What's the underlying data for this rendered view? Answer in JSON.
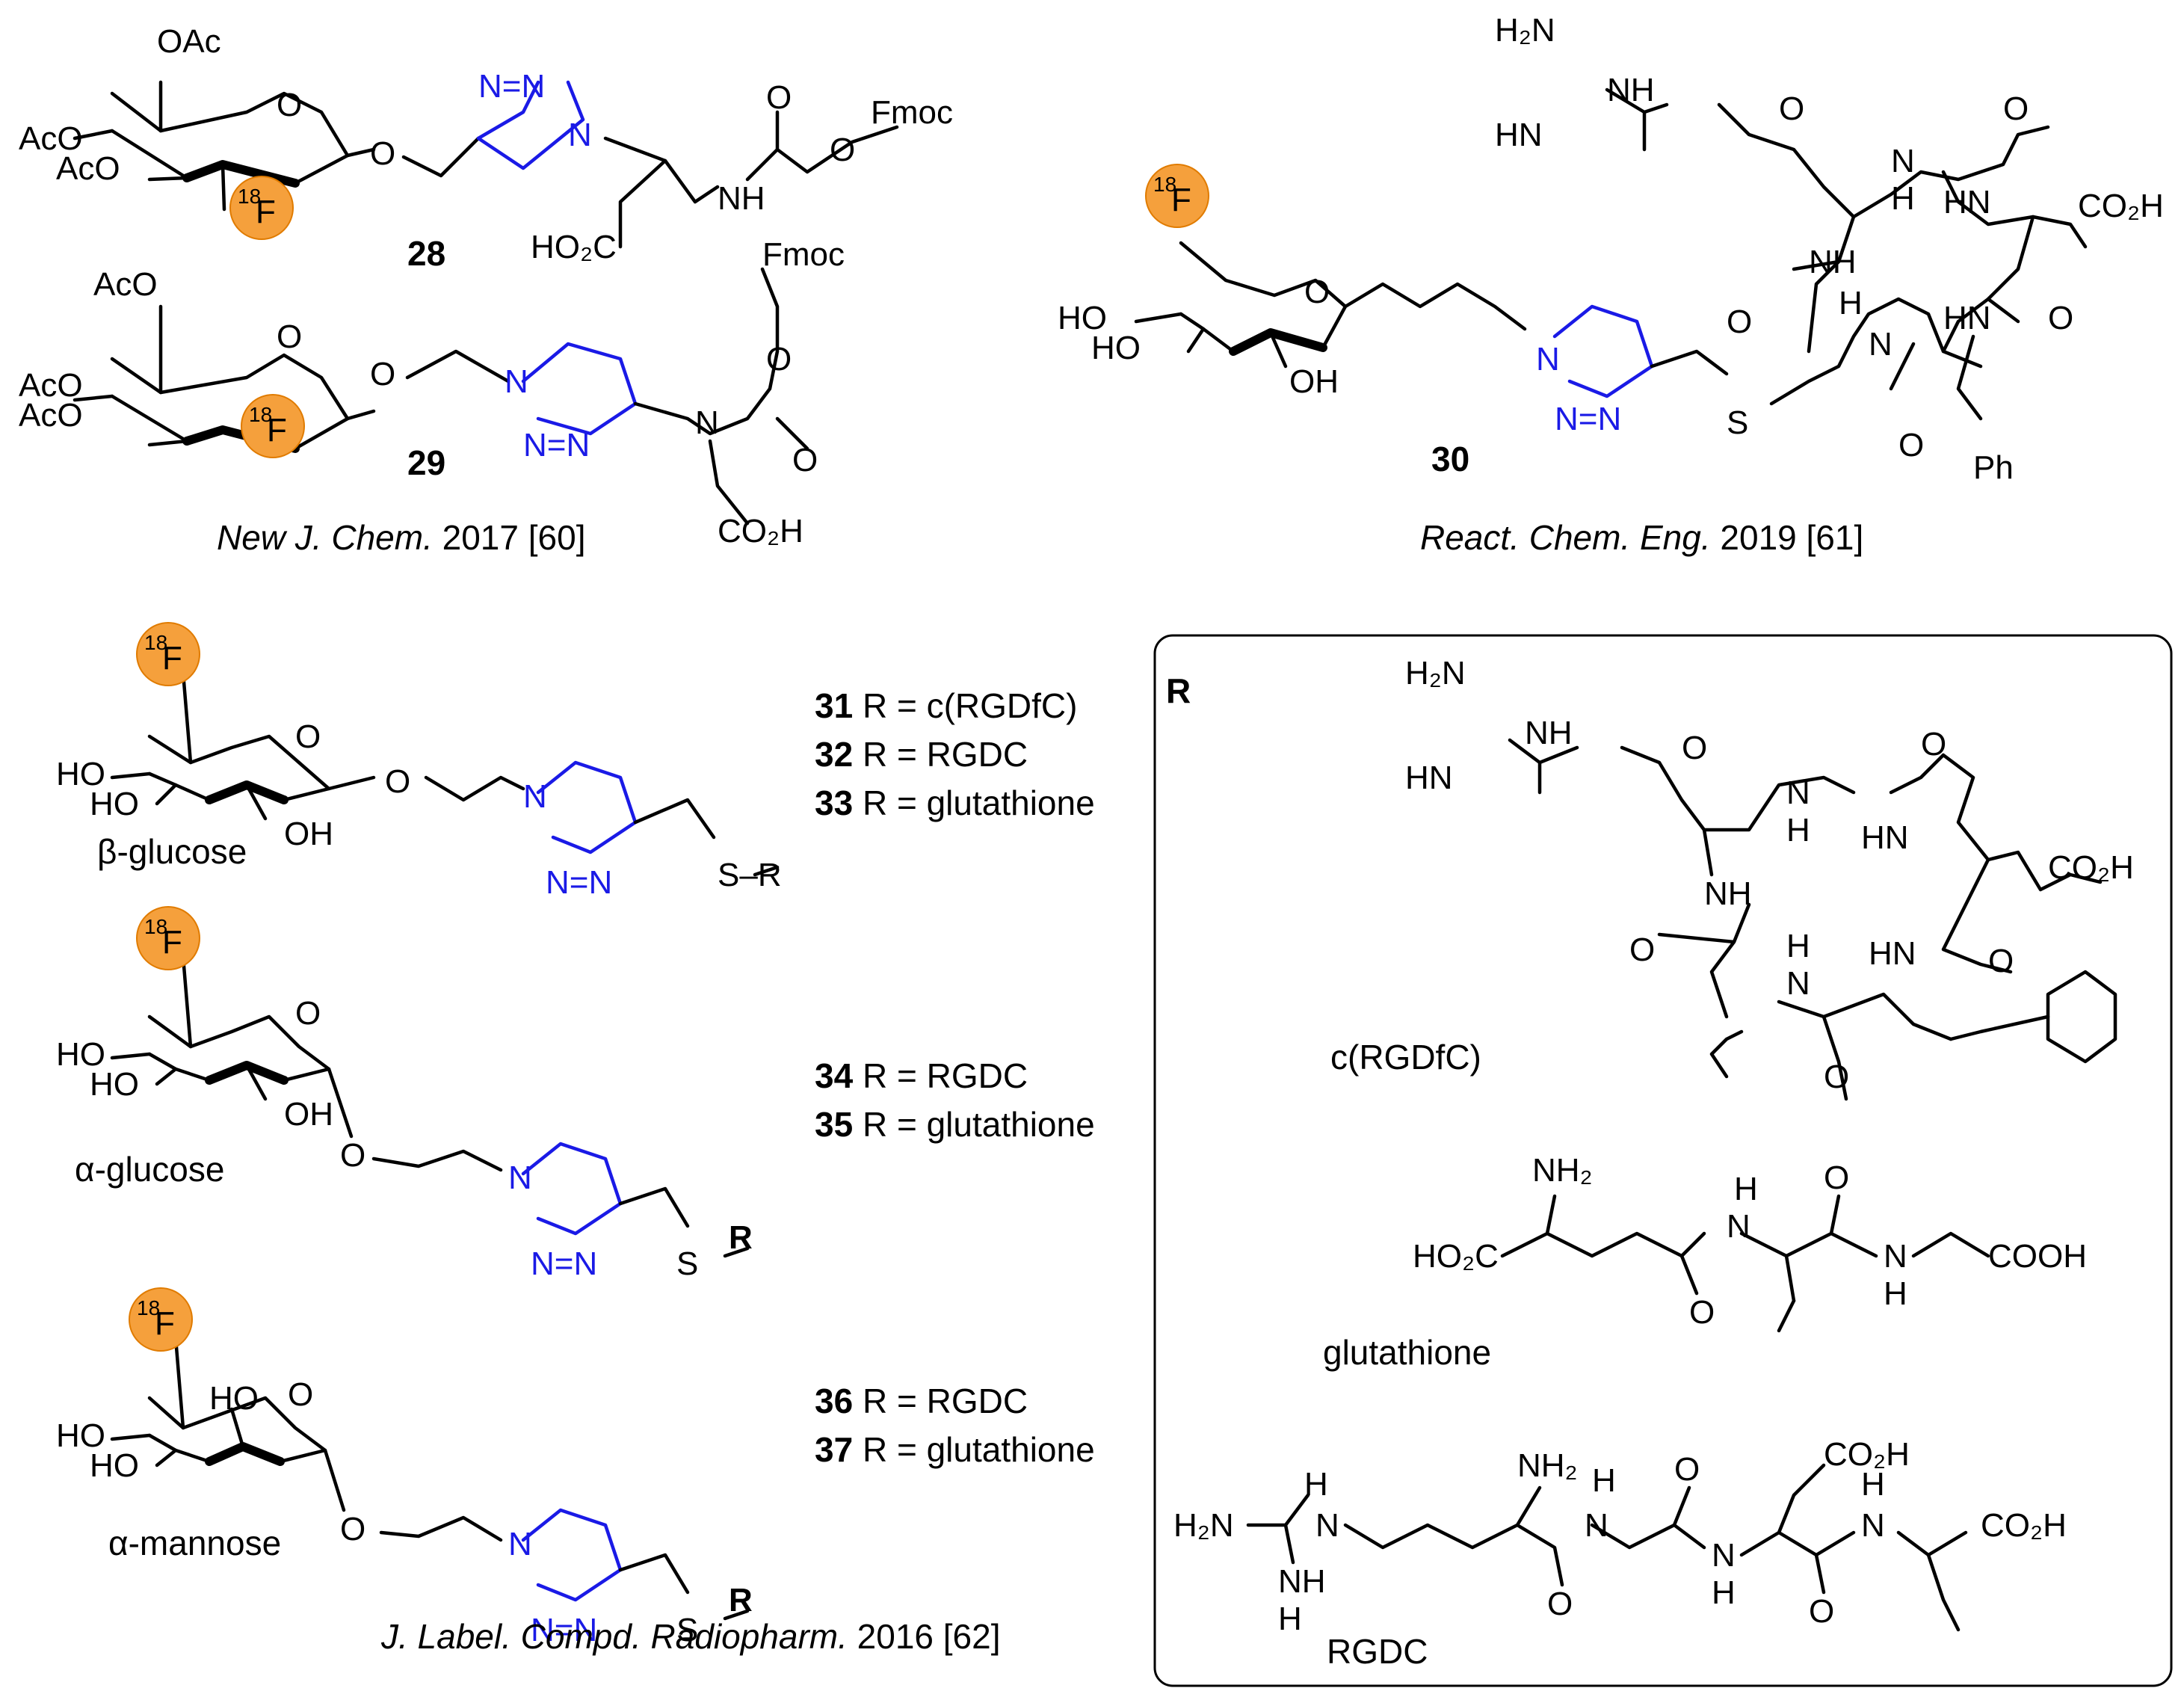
{
  "colors": {
    "triazole": "#1a1ae6",
    "fluorine_badge": "#f5a03c",
    "fluorine_badge_edge": "#e07b00"
  },
  "badge": {
    "mass": "18",
    "element": "F"
  },
  "compounds": {
    "c28": {
      "number": "28"
    },
    "c29": {
      "number": "29"
    },
    "c30": {
      "number": "30"
    }
  },
  "citations": {
    "new_j_chem": {
      "journal": "New J. Chem.",
      "year_ref": " 2017 [60]"
    },
    "react_chem_eng": {
      "journal": "React. Chem. Eng.",
      "year_ref": " 2019 [61]"
    },
    "j_label": {
      "journal": "J. Label. Compd. Radiopharm.",
      "year_ref": " 2016 [62]"
    }
  },
  "sugar_names": {
    "beta_glucose": "β-glucose",
    "alpha_glucose": "α-glucose",
    "alpha_mannose": "α-mannose"
  },
  "r_groups": {
    "set1": [
      {
        "num": "31",
        "text": " R = c(RGDfC)"
      },
      {
        "num": "32",
        "text": " R = RGDC"
      },
      {
        "num": "33",
        "text": " R = glutathione"
      }
    ],
    "set2": [
      {
        "num": "34",
        "text": " R = RGDC"
      },
      {
        "num": "35",
        "text": " R = glutathione"
      }
    ],
    "set3": [
      {
        "num": "36",
        "text": " R = RGDC"
      },
      {
        "num": "37",
        "text": " R = glutathione"
      }
    ]
  },
  "box": {
    "title": "R",
    "names": {
      "crgdfc": "c(RGDfC)",
      "glutathione": "glutathione",
      "rgdc": "RGDC"
    }
  },
  "atoms": {
    "OAc": "OAc",
    "AcO": "AcO",
    "O": "O",
    "N": "N",
    "NH": "NH",
    "H": "H",
    "HN": "HN",
    "HO": "HO",
    "OH": "OH",
    "S": "S",
    "R": "R",
    "Ph": "Ph",
    "Fmoc": "Fmoc",
    "H2N": "H₂N",
    "NH2": "NH₂",
    "HO2C": "HO₂C",
    "CO2H": "CO₂H",
    "COOH": "COOH",
    "N1": "N",
    "N_N": "N=N",
    "N_eq_N": "N=N",
    "S_R": "S–R"
  }
}
